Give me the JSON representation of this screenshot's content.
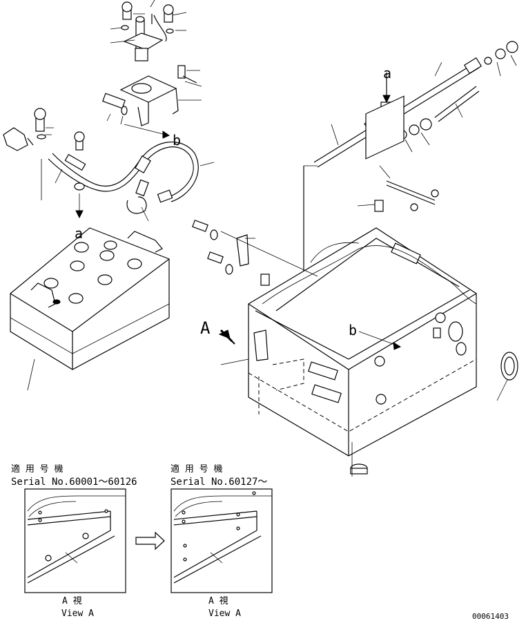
{
  "ref_letters": {
    "a_top": "a",
    "a_left": "a",
    "b_left": "b",
    "b_box": "b",
    "view_A": "A"
  },
  "inset_left": {
    "header_jp": "適 用 号 機",
    "serial": "Serial No.60001～60126",
    "view_jp": "A  視",
    "view_en": "View A"
  },
  "inset_right": {
    "header_jp": "適 用 号 機",
    "serial": "Serial No.60127～",
    "view_jp": "A  視",
    "view_en": "View A"
  },
  "drawing_number": "00061403"
}
